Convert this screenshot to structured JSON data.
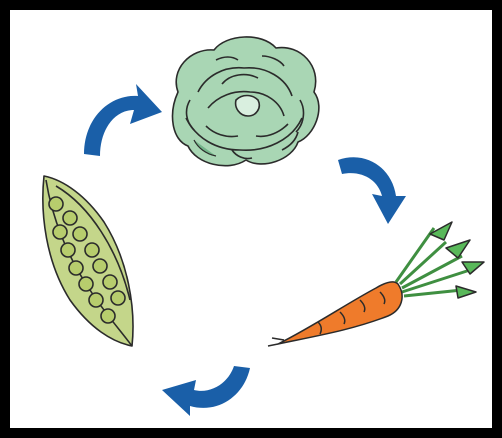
{
  "diagram": {
    "kind": "cycle",
    "nodes": [
      {
        "id": "lettuce",
        "icon": "lettuce-icon"
      },
      {
        "id": "carrot",
        "icon": "carrot-icon"
      },
      {
        "id": "peas",
        "icon": "pea-pod-icon"
      }
    ],
    "edges": [
      {
        "from": "lettuce",
        "to": "carrot"
      },
      {
        "from": "carrot",
        "to": "peas"
      },
      {
        "from": "peas",
        "to": "lettuce"
      }
    ]
  },
  "colors": {
    "frame": "#000000",
    "background": "#ffffff",
    "arrow": "#1a5fa8",
    "lettuce_light": "#a9d6b4",
    "lettuce_dark": "#74b58a",
    "carrot": "#ef7b2b",
    "carrot_top": "#59b85a",
    "pea_pod": "#c4d68a",
    "pea": "#b7cd6d",
    "outline": "#2b2b2b"
  }
}
